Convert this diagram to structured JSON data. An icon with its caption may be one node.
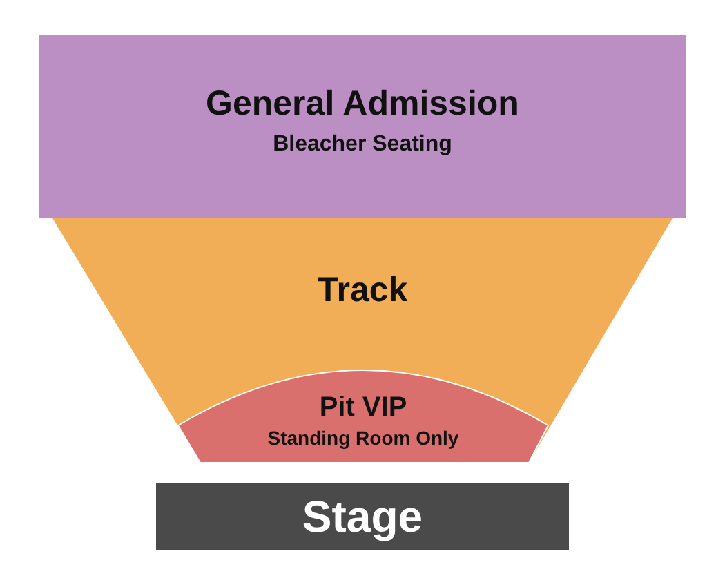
{
  "diagram": {
    "nodes": [
      {
        "text": [
          "General Admission",
          "Bleacher Seating"
        ]
      },
      {
        "text": [
          "Track"
        ]
      },
      {
        "text": [
          "Pit VIP",
          "Standing Room Only"
        ],
        "in": 1
      },
      {
        "text": [
          "Stage"
        ]
      }
    ]
  }
}
